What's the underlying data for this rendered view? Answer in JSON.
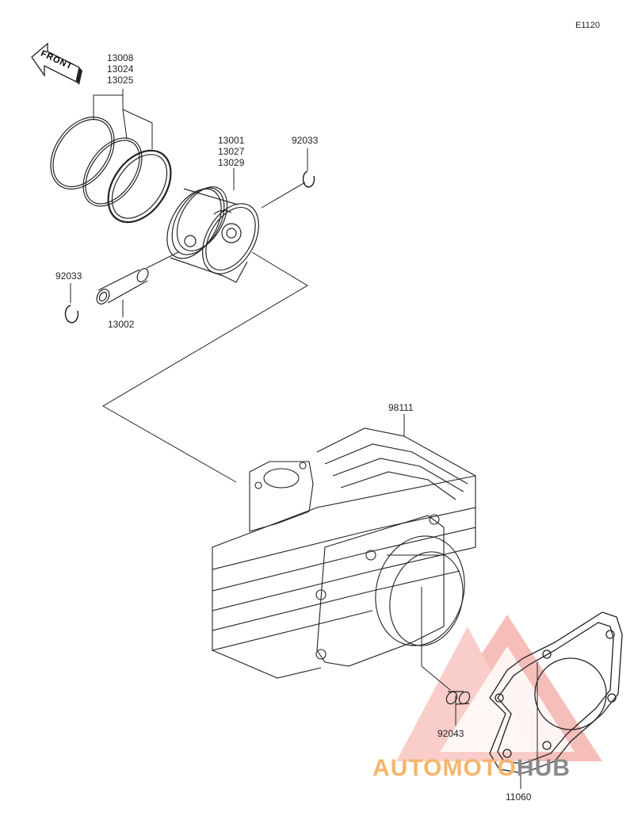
{
  "diagram": {
    "code": "E1120",
    "front_label": "FRONT",
    "labels": {
      "rings": [
        "13008",
        "13024",
        "13025"
      ],
      "piston": [
        "13001",
        "13027",
        "13029"
      ],
      "clip_top": "92033",
      "clip_left": "92033",
      "pin": "13002",
      "cylinder": "98111",
      "dowel": "92043",
      "gasket": "11060"
    }
  },
  "watermark": {
    "part1": "AUTOMOTO",
    "part2": "HUB",
    "color_orange": "#f5b56a",
    "color_gray": "#8a8a8a",
    "color_red": "#e8453c"
  }
}
